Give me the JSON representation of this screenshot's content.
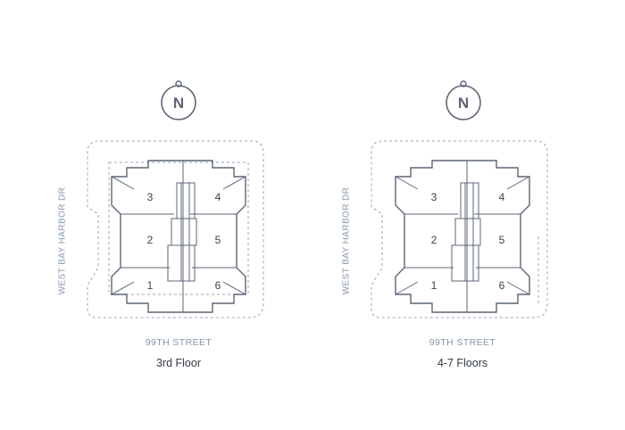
{
  "compass": {
    "label": "N"
  },
  "plans": [
    {
      "street_label": "99TH STREET",
      "side_label": "WEST BAY HARBOR DR",
      "floor_label": "3rd Floor",
      "units": [
        "1",
        "2",
        "3",
        "4",
        "5",
        "6"
      ]
    },
    {
      "street_label": "99TH STREET",
      "side_label": "WEST BAY HARBOR DR",
      "floor_label": "4-7 Floors",
      "units": [
        "1",
        "2",
        "3",
        "4",
        "5",
        "6"
      ]
    }
  ],
  "colors": {
    "outline": "#5c6675",
    "dashed": "#9aa5b4",
    "label_blue": "#8596ab",
    "text_dark": "#333a44"
  }
}
